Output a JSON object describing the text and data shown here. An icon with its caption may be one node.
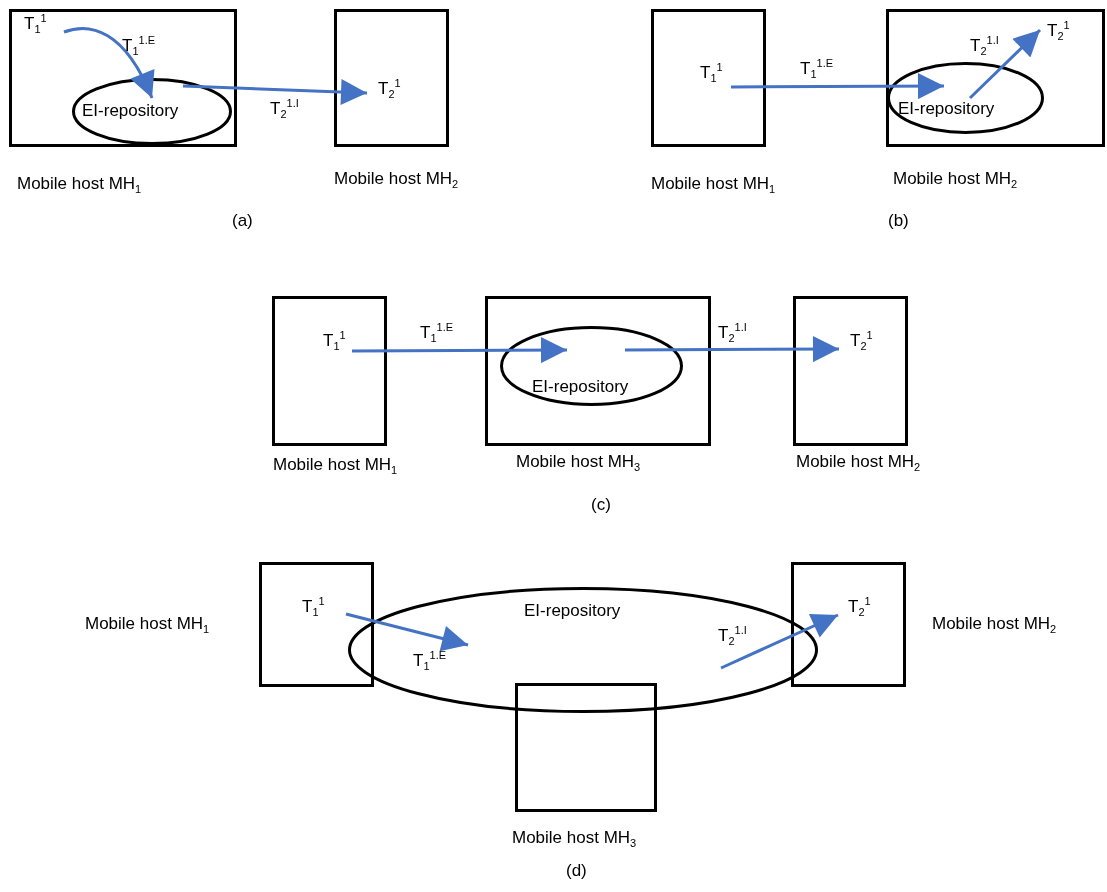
{
  "diagram": {
    "nodes": [
      {
        "text": [
          "Mobile host MH$_{1}$"
        ]
      },
      {
        "text": [
          "T$_{1}$$^{1}$"
        ],
        "in": 0
      },
      {
        "text": [
          "EI-repository"
        ],
        "in": 0
      },
      {
        "text": [
          "Mobile host MH$_{2}$"
        ]
      },
      {
        "text": [
          "T$_{2}$$^{1}$"
        ],
        "in": 3
      },
      {
        "text": [
          "Mobile host MH$_{1}$"
        ]
      },
      {
        "text": [
          "T$_{1}$$^{1}$"
        ],
        "in": 5
      },
      {
        "text": [
          "Mobile host MH$_{2}$"
        ]
      },
      {
        "text": [
          "EI-repository"
        ],
        "in": 7
      },
      {
        "text": [
          "T$_{2}$$^{1}$"
        ],
        "in": 7
      },
      {
        "text": [
          "Mobile host MH$_{1}$"
        ]
      },
      {
        "text": [
          "T$_{1}$$^{1}$"
        ],
        "in": 10
      },
      {
        "text": [
          "Mobile host MH$_{3}$"
        ]
      },
      {
        "text": [
          "EI-repository"
        ],
        "in": 12
      },
      {
        "text": [
          "Mobile host MH$_{2}$"
        ]
      },
      {
        "text": [
          "T$_{2}$$^{1}$"
        ],
        "in": 14
      },
      {
        "text": [
          "Mobile host MH$_{1}$"
        ]
      },
      {
        "text": [
          "T$_{1}$$^{1}$"
        ],
        "in": 16
      },
      {
        "text": [
          "EI-repository"
        ]
      },
      {
        "text": [
          "Mobile host MH$_{2}$"
        ]
      },
      {
        "text": [
          "T$_{2}$$^{1}$"
        ],
        "in": 19
      },
      {
        "text": [
          "Mobile host MH$_{3}$"
        ]
      }
    ],
    "edges": [
      {
        "from": 1,
        "to": 2,
        "arrow": "to",
        "label": "T$_{1}$$^{1.E}$"
      },
      {
        "from": 2,
        "to": 4,
        "arrow": "to",
        "label": "T$_{2}$$^{1.I}$"
      },
      {
        "from": 6,
        "to": 8,
        "arrow": "to",
        "label": "T$_{1}$$^{1.E}$"
      },
      {
        "from": 8,
        "to": 9,
        "arrow": "to",
        "label": "T$_{2}$$^{1.I}$"
      },
      {
        "from": 11,
        "to": 13,
        "arrow": "to",
        "label": "T$_{1}$$^{1.E}$"
      },
      {
        "from": 13,
        "to": 15,
        "arrow": "to",
        "label": "T$_{2}$$^{1.I}$"
      },
      {
        "from": 17,
        "to": 18,
        "arrow": "to",
        "label": "T$_{1}$$^{1.E}$"
      },
      {
        "from": 18,
        "to": 20,
        "arrow": "to",
        "label": "T$_{2}$$^{1.I}$"
      }
    ],
    "labels": [
      "(a)",
      "(b)",
      "(c)",
      "(d)"
    ]
  }
}
